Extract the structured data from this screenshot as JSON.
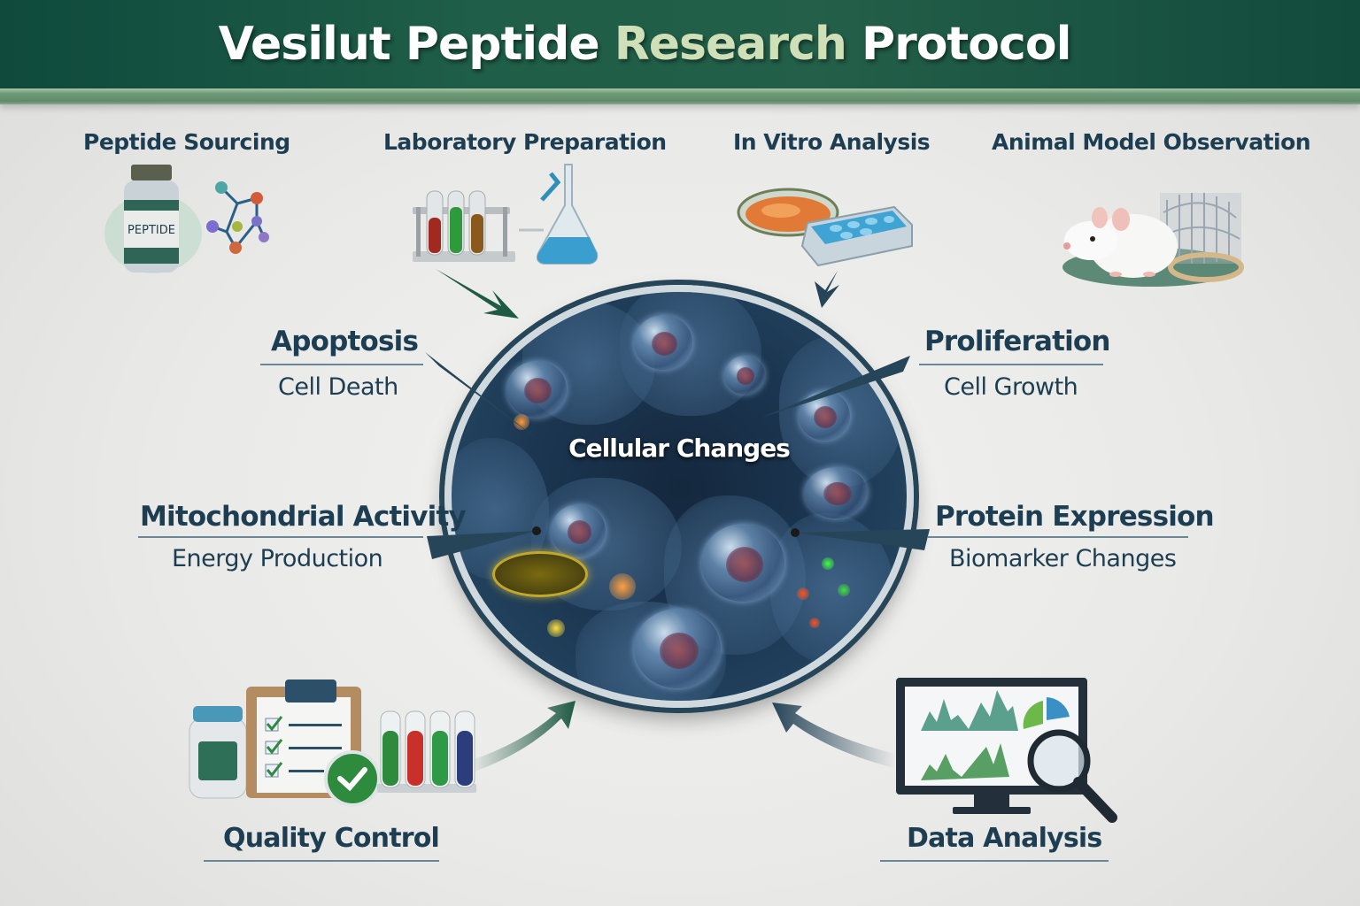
{
  "header": {
    "title_part1": "Vesilut Peptide",
    "title_accent": "Research",
    "title_part2": "Protocol",
    "colors": {
      "banner": "#1f5e48",
      "stripe": "#6f9a77",
      "accent_text": "#cfe0b8"
    }
  },
  "stages": {
    "top": [
      {
        "label": "Peptide Sourcing",
        "icon": "peptide-bottle-molecule-icon",
        "bottle_text": "PEPTIDE"
      },
      {
        "label": "Laboratory Preparation",
        "icon": "test-tubes-flask-icon"
      },
      {
        "label": "In Vitro Analysis",
        "icon": "petri-dish-well-plate-icon"
      },
      {
        "label": "Animal Model Observation",
        "icon": "lab-mouse-icon"
      }
    ],
    "bottom": [
      {
        "label": "Quality Control",
        "icon": "clipboard-checklist-icon"
      },
      {
        "label": "Data Analysis",
        "icon": "monitor-chart-magnifier-icon"
      }
    ]
  },
  "center": {
    "label": "Cellular Changes"
  },
  "effects": {
    "left": [
      {
        "title": "Apoptosis",
        "subtitle": "Cell Death"
      },
      {
        "title": "Mitochondrial Activity",
        "subtitle": "Energy Production"
      }
    ],
    "right": [
      {
        "title": "Proliferation",
        "subtitle": "Cell Growth"
      },
      {
        "title": "Protein Expression",
        "subtitle": "Biomarker Changes"
      }
    ]
  },
  "colors": {
    "text_primary": "#1d3e52",
    "arrow_green": "#1f5a45",
    "arrow_navy": "#274559",
    "circle_border": "#274559"
  }
}
